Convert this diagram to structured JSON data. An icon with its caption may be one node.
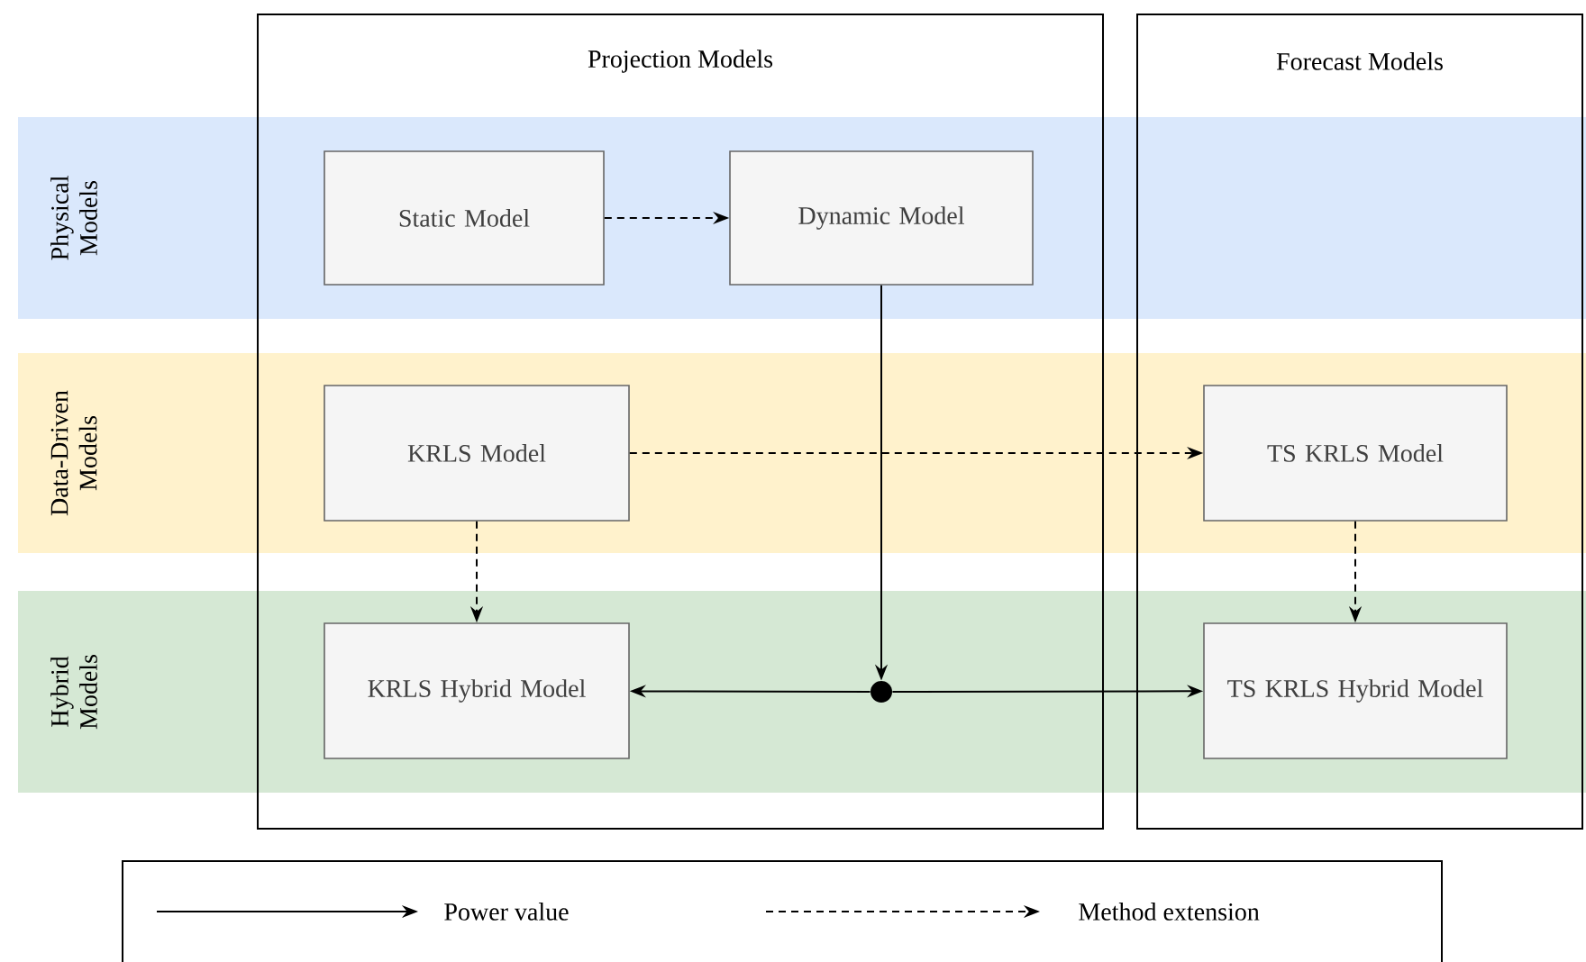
{
  "diagram": {
    "nodes": [
      {
        "text": [
          "Projection Models"
        ]
      },
      {
        "text": [
          "Forecast Models"
        ]
      },
      {
        "text": [
          "Physical Models"
        ]
      },
      {
        "text": [
          "Data-Driven Models"
        ]
      },
      {
        "text": [
          "Hybrid Models"
        ]
      },
      {
        "text": [
          "Static Model"
        ]
      },
      {
        "text": [
          "Dynamic Model"
        ]
      },
      {
        "text": [
          "KRLS Model"
        ]
      },
      {
        "text": [
          "TS KRLS Model"
        ]
      },
      {
        "text": [
          "KRLS Hybrid Model"
        ]
      },
      {
        "text": [
          "TS KRLS Hybrid Model"
        ]
      },
      {
        "text": [],
        "shape": "circle"
      }
    ],
    "edges": [
      {
        "from": 5,
        "to": 6,
        "arrow": "to",
        "style": "dashed"
      },
      {
        "from": 6,
        "to": 11,
        "arrow": "to"
      },
      {
        "from": 7,
        "to": 8,
        "arrow": "to",
        "style": "dashed"
      },
      {
        "from": 7,
        "to": 9,
        "arrow": "to",
        "style": "dashed"
      },
      {
        "from": 8,
        "to": 10,
        "arrow": "to",
        "style": "dashed"
      },
      {
        "from": 11,
        "to": 9,
        "arrow": "to"
      },
      {
        "from": 11,
        "to": 10,
        "arrow": "to"
      }
    ],
    "legend": [
      {
        "text": "Power value"
      },
      {
        "text": "Method extension"
      }
    ]
  }
}
